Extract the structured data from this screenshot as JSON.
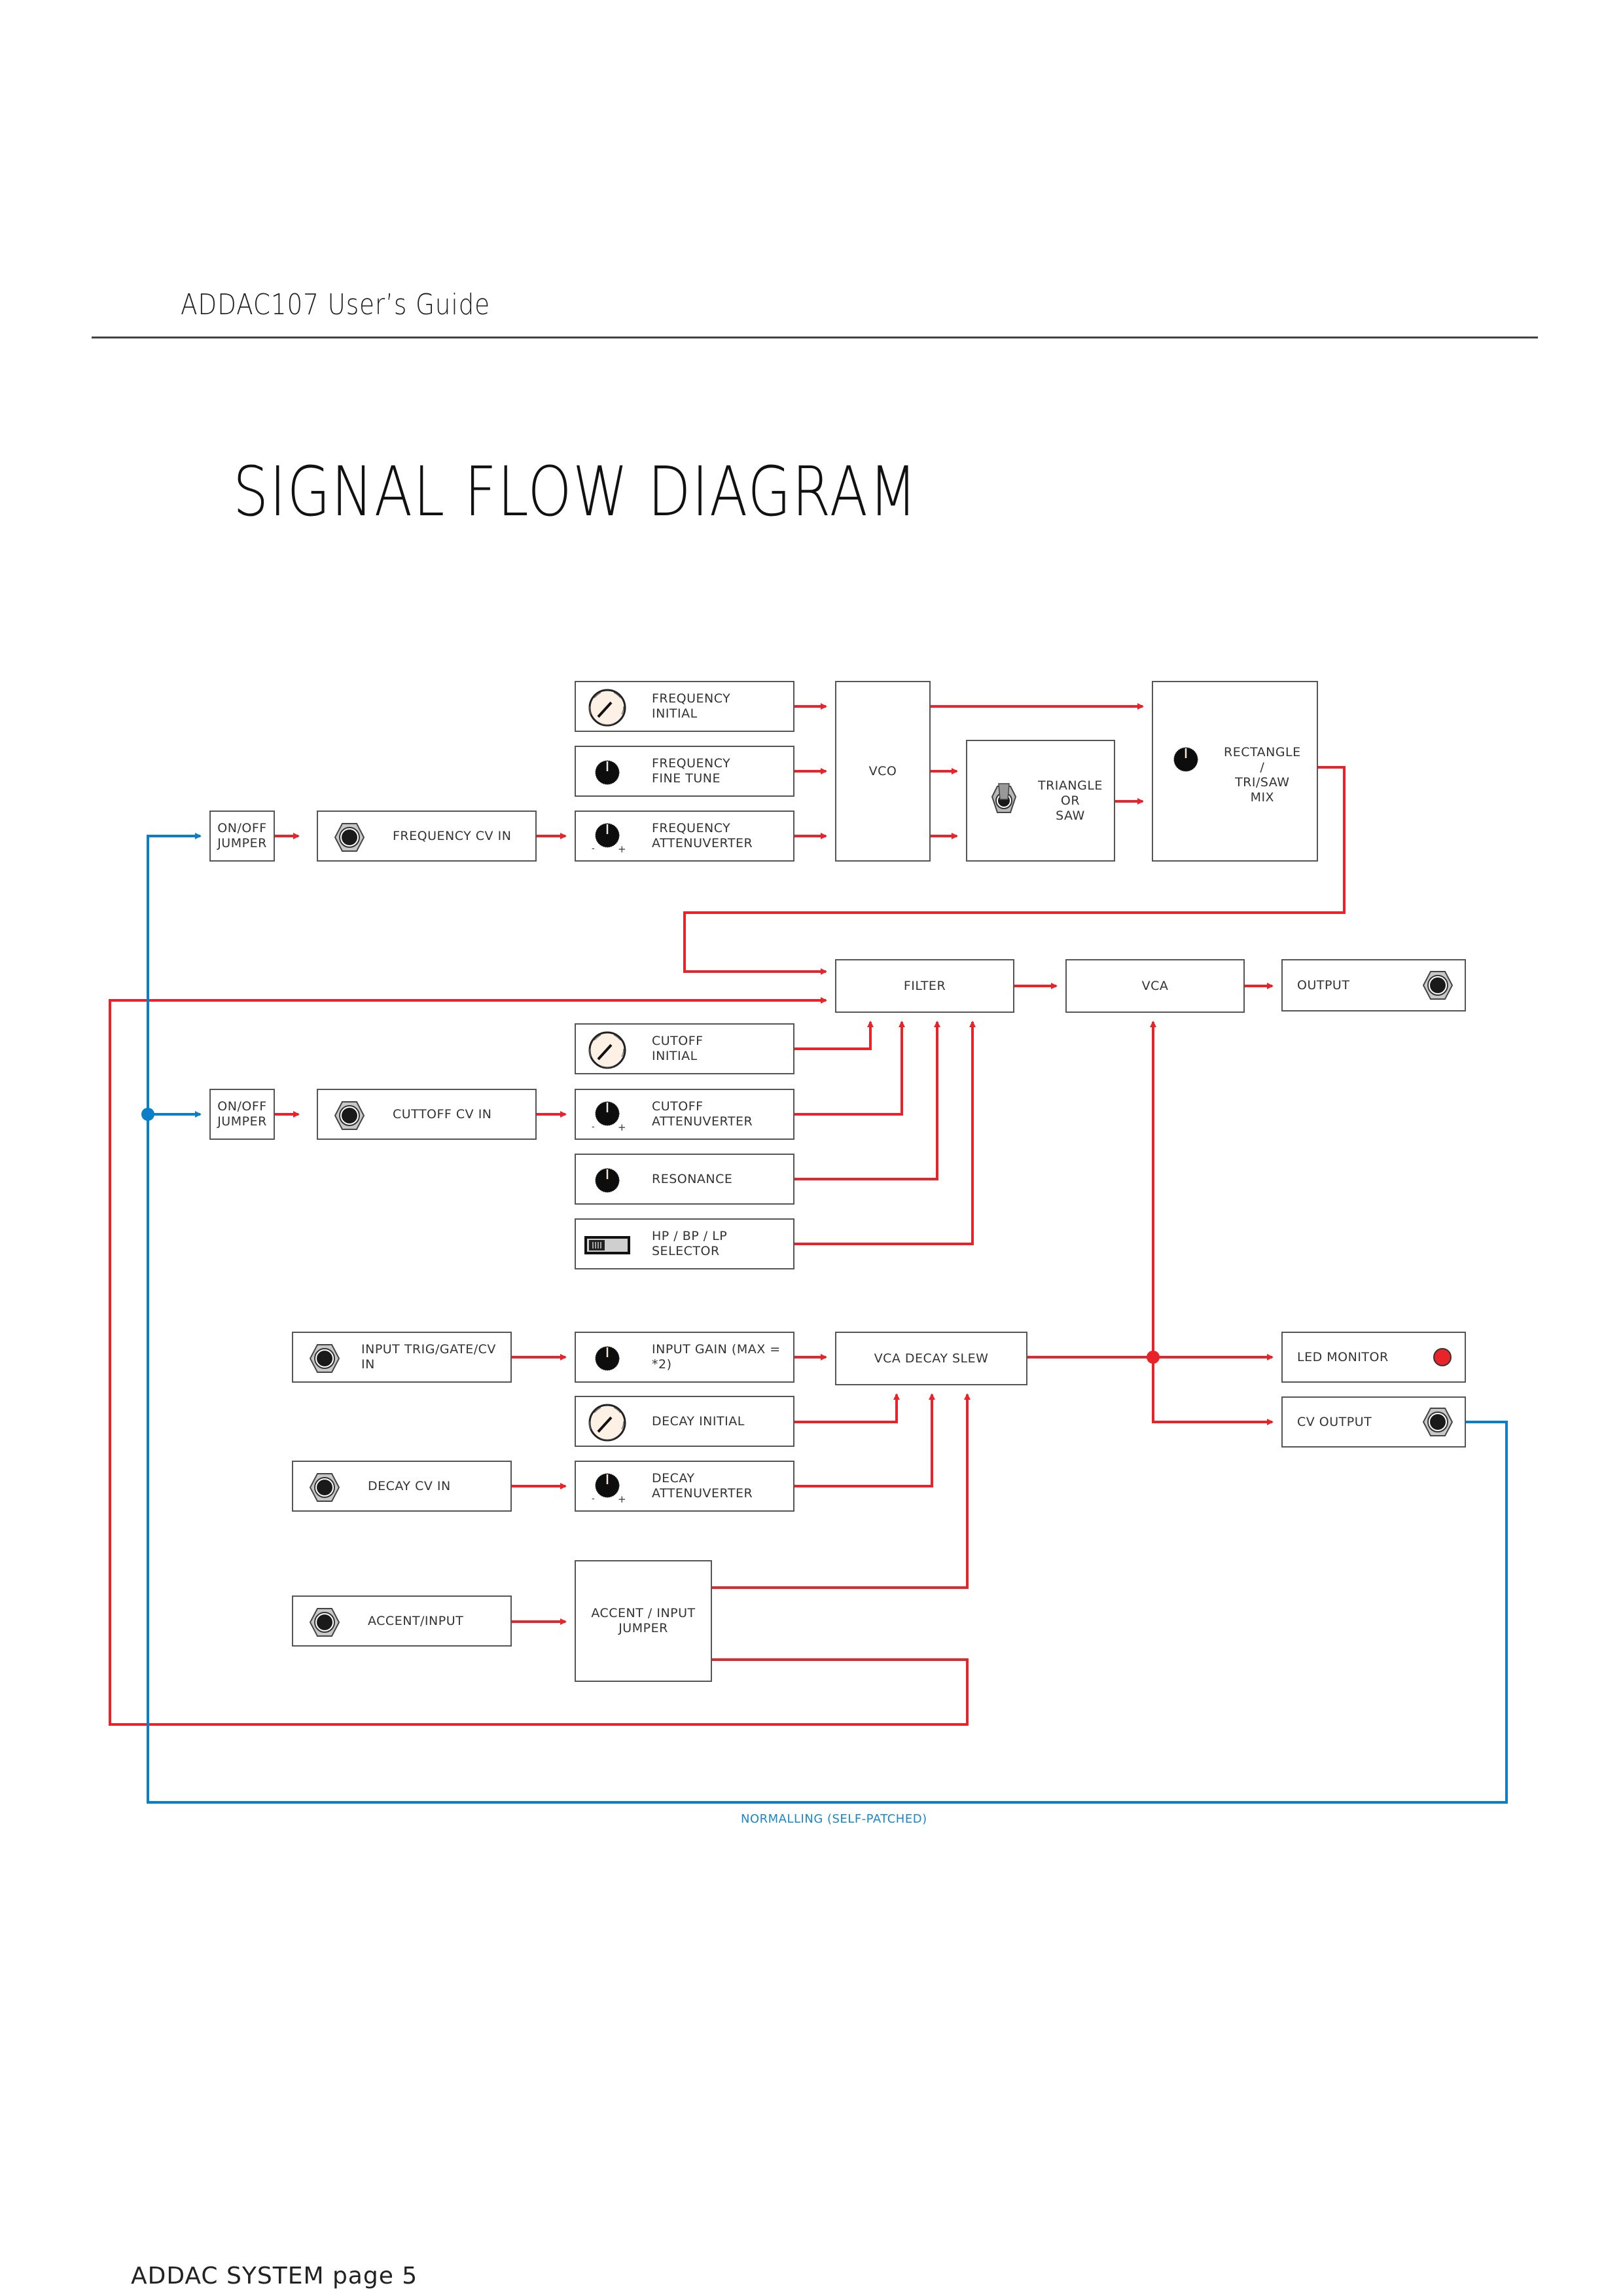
{
  "page": {
    "header": "ADDAC107 User’s Guide",
    "title": "SIGNAL FLOW DIAGRAM",
    "footer": "ADDAC SYSTEM  page 5"
  },
  "colors": {
    "signal": "#e8232a",
    "normalling": "#0a7fc8",
    "box_border": "#555555",
    "knob_large_fill": "#fdf1e6",
    "led": "#e8232a"
  },
  "blocks": {
    "freq_jumper": {
      "label": [
        "ON/OFF",
        "JUMPER"
      ]
    },
    "freq_cv_in": {
      "label": [
        "FREQUENCY CV IN"
      ],
      "icon": "jack-socket-icon"
    },
    "freq_initial": {
      "label": [
        "FREQUENCY",
        "INITIAL"
      ],
      "icon": "large-knob-icon"
    },
    "freq_fine": {
      "label": [
        "FREQUENCY",
        "FINE TUNE"
      ],
      "icon": "small-knob-icon"
    },
    "freq_atten": {
      "label": [
        "FREQUENCY",
        "ATTENUVERTER"
      ],
      "icon": "attenuverter-knob-icon"
    },
    "vco": {
      "label": [
        "VCO"
      ]
    },
    "tri_saw": {
      "label": [
        "TRIANGLE",
        "OR",
        "SAW"
      ],
      "icon": "toggle-switch-icon"
    },
    "rect_mix": {
      "label": [
        "RECTANGLE",
        "/",
        "TRI/SAW",
        "MIX"
      ],
      "icon": "small-knob-icon"
    },
    "filter": {
      "label": [
        "FILTER"
      ]
    },
    "vca": {
      "label": [
        "VCA"
      ]
    },
    "output": {
      "label": [
        "OUTPUT"
      ],
      "icon": "jack-socket-icon"
    },
    "cut_jumper": {
      "label": [
        "ON/OFF",
        "JUMPER"
      ]
    },
    "cut_cv_in": {
      "label": [
        "CUTTOFF CV IN"
      ],
      "icon": "jack-socket-icon"
    },
    "cut_initial": {
      "label": [
        "CUTOFF",
        "INITIAL"
      ],
      "icon": "large-knob-icon"
    },
    "cut_atten": {
      "label": [
        "CUTOFF",
        "ATTENUVERTER"
      ],
      "icon": "attenuverter-knob-icon"
    },
    "resonance": {
      "label": [
        "RESONANCE"
      ],
      "icon": "small-knob-icon"
    },
    "selector": {
      "label": [
        "HP / BP / LP",
        "SELECTOR"
      ],
      "icon": "slide-switch-icon"
    },
    "trig_in": {
      "label": [
        "INPUT TRIG/GATE/CV IN"
      ],
      "icon": "jack-socket-icon"
    },
    "input_gain": {
      "label": [
        "INPUT GAIN (MAX = *2)"
      ],
      "icon": "small-knob-icon"
    },
    "decay_slew": {
      "label": [
        "VCA DECAY SLEW"
      ]
    },
    "led_monitor": {
      "label": [
        "LED MONITOR"
      ],
      "icon": "led-icon"
    },
    "cv_output": {
      "label": [
        "CV OUTPUT"
      ],
      "icon": "jack-socket-icon"
    },
    "decay_initial": {
      "label": [
        "DECAY INITIAL"
      ],
      "icon": "large-knob-icon"
    },
    "decay_cv_in": {
      "label": [
        "DECAY CV IN"
      ],
      "icon": "jack-socket-icon"
    },
    "decay_atten": {
      "label": [
        "DECAY",
        "ATTENUVERTER"
      ],
      "icon": "attenuverter-knob-icon"
    },
    "accent_in": {
      "label": [
        "ACCENT/INPUT"
      ],
      "icon": "jack-socket-icon"
    },
    "accent_jumper": {
      "label": [
        "ACCENT / INPUT",
        "JUMPER"
      ]
    }
  },
  "attenuverter_marks": {
    "minus": "-",
    "plus": "+"
  },
  "normalling_label": "NORMALLING (SELF-PATCHED)"
}
